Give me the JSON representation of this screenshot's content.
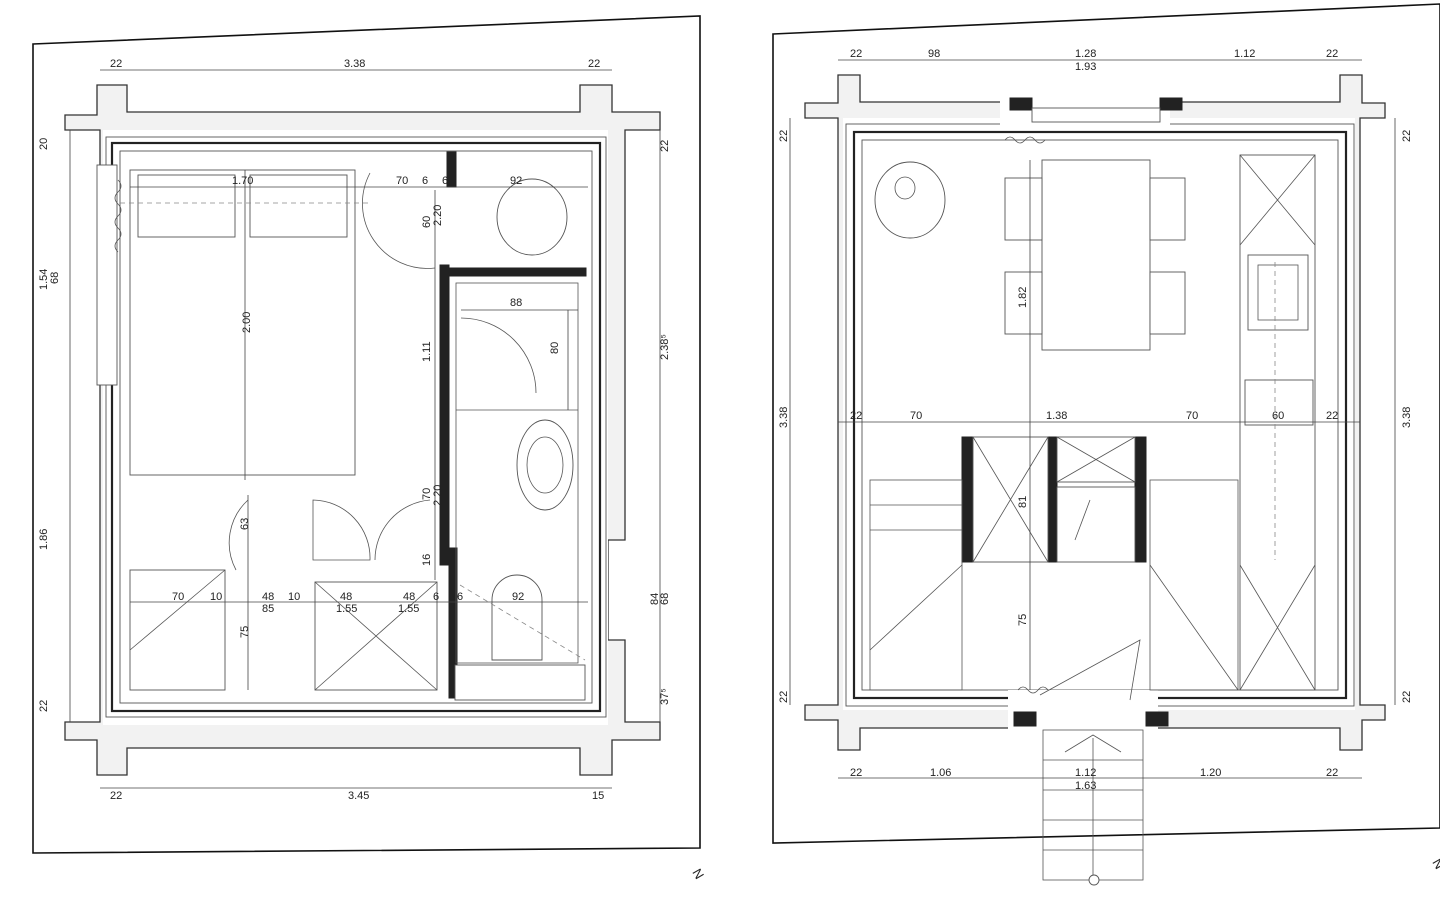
{
  "left_plan": {
    "top_dims": [
      "22",
      "3.38",
      "22"
    ],
    "bottom_dims": [
      "22",
      "3.45",
      "15"
    ],
    "left_dims": [
      "20",
      "1.54",
      "68",
      "1.86",
      "22"
    ],
    "right_dims": [
      "22",
      "2.38⁵",
      "84",
      "68",
      "37⁵"
    ],
    "interior_dims": [
      "1.70",
      "70",
      "6",
      "6",
      "92",
      "60",
      "2.20",
      "2.00",
      "1.11",
      "88",
      "80",
      "70",
      "2.20",
      "63",
      "16",
      "70",
      "10",
      "48",
      "85",
      "10",
      "48",
      "1.55",
      "48",
      "1.55",
      "6",
      "6",
      "92",
      "75"
    ]
  },
  "right_plan": {
    "top_dims": [
      "22",
      "98",
      "1.28",
      "1.93",
      "1.12",
      "22"
    ],
    "bottom_dims": [
      "22",
      "1.06",
      "1.12",
      "1.63",
      "1.20",
      "22"
    ],
    "left_dims": [
      "22",
      "3.38",
      "22"
    ],
    "right_dims": [
      "22",
      "3.38",
      "22"
    ],
    "interior_dims": [
      "1.82",
      "22",
      "70",
      "1.38",
      "70",
      "60",
      "22",
      "81",
      "75"
    ]
  },
  "north_label": "N"
}
